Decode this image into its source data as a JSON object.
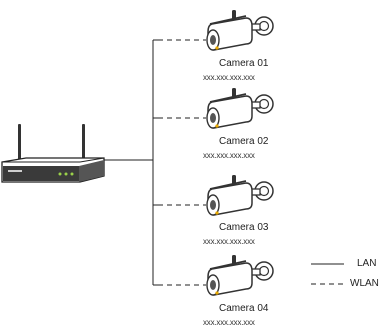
{
  "cameras": [
    {
      "name": "Camera 01",
      "ip": "xxx.xxx.xxx.xxx"
    },
    {
      "name": "Camera 02",
      "ip": "xxx.xxx.xxx.xxx"
    },
    {
      "name": "Camera 03",
      "ip": "xxx.xxx.xxx.xxx"
    },
    {
      "name": "Camera 04",
      "ip": "xxx.xxx.xxx.xxx"
    }
  ],
  "legend": {
    "lan_label": "LAN",
    "wlan_label": "WLAN"
  },
  "colors": {
    "line": "#222222",
    "camera_body": "#ffffff",
    "camera_outline": "#222222",
    "nvr_body": "#3a3a3a"
  },
  "icons": {
    "nvr": "nvr-recorder-icon",
    "camera": "bullet-camera-icon"
  }
}
